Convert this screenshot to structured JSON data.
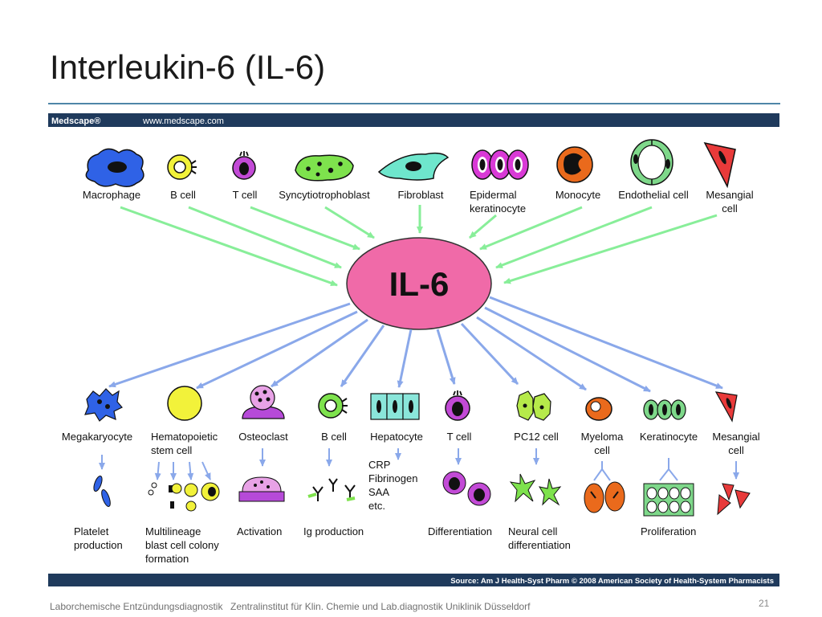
{
  "slide": {
    "title": "Interleukin-6 (IL-6)",
    "page_number": "21"
  },
  "footer": {
    "left": "Laborchemische Entzündungsdiagnostik",
    "center": "Zentralinstitut für Klin. Chemie und Lab.diagnostik Uniklinik Düsseldorf"
  },
  "figure": {
    "brand": "Medscape®",
    "url": "www.medscape.com",
    "center_label": "IL-6",
    "source": "Source: Am J Health-Syst Pharm © 2008 American Society of Health-System Pharmacists",
    "producers": [
      {
        "lines": [
          "Macrophage"
        ],
        "icon": "macrophage-icon"
      },
      {
        "lines": [
          "B cell"
        ],
        "icon": "b-cell-icon"
      },
      {
        "lines": [
          "T cell"
        ],
        "icon": "t-cell-icon"
      },
      {
        "lines": [
          "Syncytiotrophoblast"
        ],
        "icon": "syncytiotrophoblast-icon"
      },
      {
        "lines": [
          "Fibroblast"
        ],
        "icon": "fibroblast-icon"
      },
      {
        "lines": [
          "Epidermal",
          "keratinocyte"
        ],
        "icon": "epidermal-keratinocyte-icon"
      },
      {
        "lines": [
          "Monocyte"
        ],
        "icon": "monocyte-icon"
      },
      {
        "lines": [
          "Endothelial cell"
        ],
        "icon": "endothelial-cell-icon"
      },
      {
        "lines": [
          "Mesangial",
          "cell"
        ],
        "icon": "mesangial-cell-icon"
      }
    ],
    "targets": [
      {
        "lines": [
          "Megakaryocyte"
        ],
        "icon": "megakaryocyte-icon"
      },
      {
        "lines": [
          "Hematopoietic",
          "stem cell"
        ],
        "icon": "hematopoietic-stem-cell-icon"
      },
      {
        "lines": [
          "Osteoclast"
        ],
        "icon": "osteoclast-icon"
      },
      {
        "lines": [
          "B cell"
        ],
        "icon": "b-cell-icon"
      },
      {
        "lines": [
          "Hepatocyte"
        ],
        "icon": "hepatocyte-icon"
      },
      {
        "lines": [
          "T cell"
        ],
        "icon": "t-cell-icon"
      },
      {
        "lines": [
          "PC12 cell"
        ],
        "icon": "pc12-cell-icon"
      },
      {
        "lines": [
          "Myeloma",
          "cell"
        ],
        "icon": "myeloma-cell-icon"
      },
      {
        "lines": [
          "Keratinocyte"
        ],
        "icon": "keratinocyte-icon"
      },
      {
        "lines": [
          "Mesangial",
          "cell"
        ],
        "icon": "mesangial-cell-icon"
      }
    ],
    "hepatocyte_products": [
      "CRP",
      "Fibrinogen",
      "SAA",
      "etc."
    ],
    "effects": [
      {
        "lines": [
          "Platelet",
          "production"
        ]
      },
      {
        "lines": [
          "Multilineage",
          "blast cell colony",
          "formation"
        ]
      },
      {
        "lines": [
          "Activation"
        ]
      },
      {
        "lines": [
          "Ig production"
        ]
      },
      {
        "lines": [
          "Differentiation"
        ]
      },
      {
        "lines": [
          "Neural cell",
          "differentiation"
        ]
      },
      {
        "lines": [
          "Proliferation"
        ]
      }
    ],
    "colors": {
      "header_bar": "#1f3a5c",
      "il6_fill": "#f06aa8",
      "producer_arrow": "#88ee99",
      "target_arrow": "#8aa8ea"
    }
  }
}
